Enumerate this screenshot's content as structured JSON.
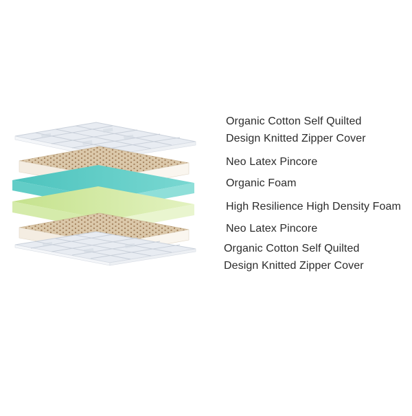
{
  "layers": [
    {
      "id": "top-cover",
      "kind": "cover",
      "label_lines": [
        "Organic Cotton Self Quilted",
        "Design Knitted Zipper Cover"
      ]
    },
    {
      "id": "top-latex",
      "kind": "latex",
      "label_lines": [
        "Neo  Latex Pincore"
      ]
    },
    {
      "id": "organic-foam",
      "kind": "foam-teal",
      "label_lines": [
        "Organic Foam"
      ]
    },
    {
      "id": "hr-foam",
      "kind": "foam-green",
      "label_lines": [
        "High Resilience  High Density Foam"
      ]
    },
    {
      "id": "bottom-latex",
      "kind": "latex",
      "label_lines": [
        "Neo  Latex Pincore"
      ]
    },
    {
      "id": "bottom-cover",
      "kind": "cover",
      "label_lines": [
        "Organic Cotton Self Quilted",
        "Design Knitted Zipper Cover"
      ]
    }
  ],
  "colors": {
    "text": "#2b2b2b",
    "cover_top": "#e6eaf0",
    "cover_grid": "#c7ced8",
    "latex_top": "#d8c4a6",
    "latex_side": "#f3ece1",
    "latex_dot": "#9e7a55",
    "teal_top": "#55c9c3",
    "teal_side": "#7ad8d2",
    "green_top": "#cfe79c",
    "green_side": "#e6f3c6"
  }
}
